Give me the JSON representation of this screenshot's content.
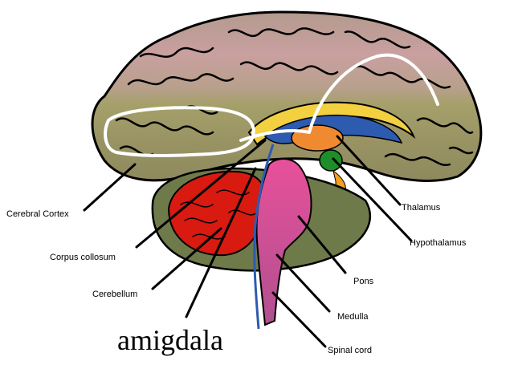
{
  "labels": {
    "cerebral_cortex": "Cerebral Cortex",
    "corpus_collosum": "Corpus collosum",
    "cerebellum": "Cerebellum",
    "thalamus": "Thalamus",
    "hypothalamus": "Hypothalamus",
    "pons": "Pons",
    "medulla": "Medulla",
    "spinal_cord": "Spinal cord",
    "annotation": "amigdala"
  },
  "colors": {
    "cortex_top": "#B39A8E",
    "cortex_band_pink": "#C9A0A0",
    "cortex_band_olive": "#A5A06A",
    "cortex_bottom": "#8E8A5E",
    "cerebellum": "#D81A10",
    "brainstem_pink": "#E0529B",
    "corpus_callosum": "#F2D040",
    "ventricle_blue": "#2D5BB0",
    "thalamus_orange": "#F08A30",
    "hypothalamus_green": "#1E8E2A",
    "hand_drawn_line": "#FFFFFF"
  }
}
